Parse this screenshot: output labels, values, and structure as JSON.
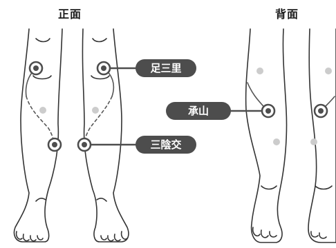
{
  "headings": {
    "front": "正面",
    "back": "背面"
  },
  "acupoints": {
    "zusanli": "足三里",
    "sanyinjiao": "三陰交",
    "chengshan": "承山"
  },
  "colors": {
    "outline": "#333333",
    "pill_fill": "#4d4d4d",
    "pill_text": "#ffffff",
    "point_marker": "#4d4d4d",
    "secondary_point": "#cccccc",
    "meridian_line": "#555555"
  }
}
